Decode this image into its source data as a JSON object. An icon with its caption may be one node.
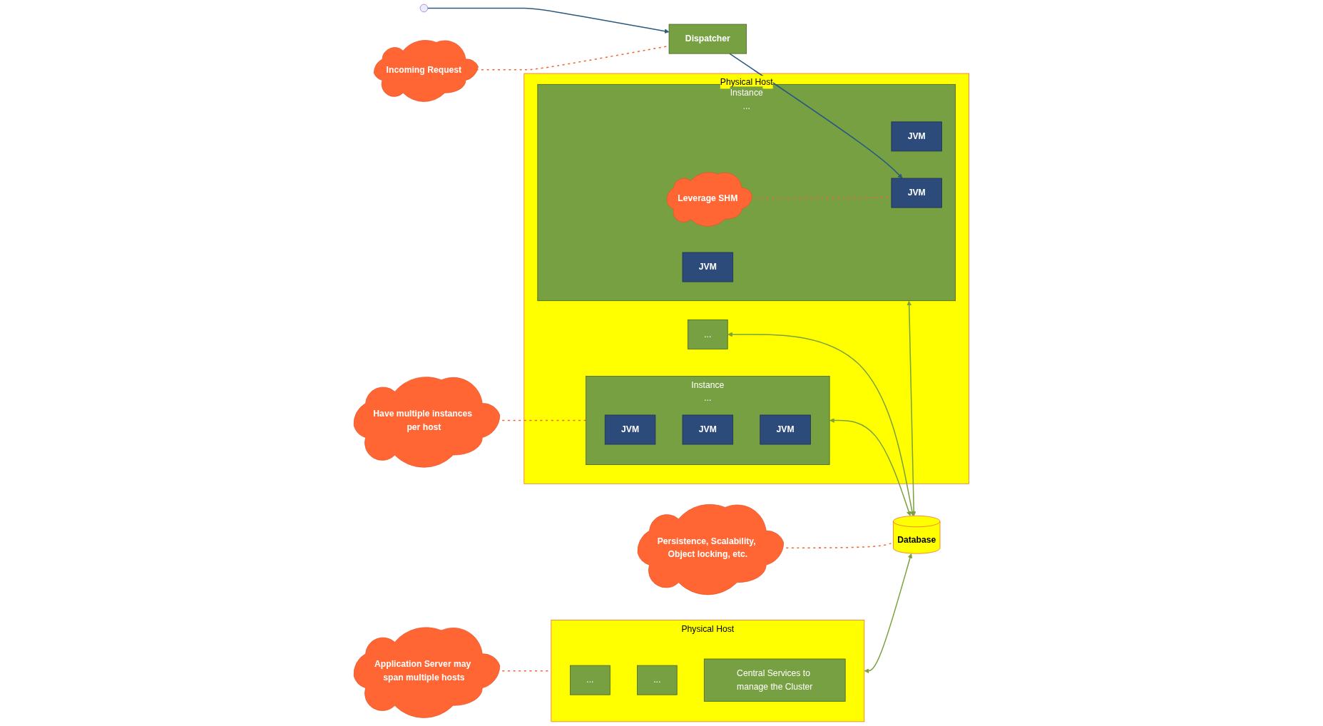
{
  "diagram": {
    "nodes": [
      {
        "text": [
          "Incoming Request"
        ]
      },
      {
        "text": [
          "Dispatcher"
        ]
      },
      {
        "text": [
          "Physical Host"
        ]
      },
      {
        "text": [
          "Instance",
          "..."
        ],
        "in": 2
      },
      {
        "text": [
          "JVM"
        ],
        "in": 3
      },
      {
        "text": [
          "JVM"
        ],
        "in": 3
      },
      {
        "text": [
          "JVM"
        ],
        "in": 3
      },
      {
        "text": [
          "Leverage SHM"
        ],
        "in": 3
      },
      {
        "text": [
          "Instance",
          "..."
        ],
        "in": 2
      },
      {
        "text": [
          "JVM"
        ],
        "in": 8
      },
      {
        "text": [
          "JVM"
        ],
        "in": 8
      },
      {
        "text": [
          "JVM"
        ],
        "in": 8
      },
      {
        "text": [
          "..."
        ],
        "in": 2
      },
      {
        "text": [
          "Physical Host"
        ]
      },
      {
        "text": [
          "..."
        ],
        "in": 13
      },
      {
        "text": [
          "..."
        ],
        "in": 13
      },
      {
        "text": [
          "Central Services to manage the Cluster"
        ],
        "in": 13
      },
      {
        "text": [
          "Database"
        ]
      },
      {
        "text": [
          "Have multiple instances per host"
        ]
      },
      {
        "text": [
          "Application Server may span multiple hosts"
        ]
      },
      {
        "text": [
          "Persistence, Scalability, Object locking, etc."
        ]
      }
    ],
    "edges": [
      {
        "from": null,
        "to": 1,
        "arrow": "to",
        "color": "#2c5a7e"
      },
      {
        "from": 1,
        "to": 6,
        "arrow": "to",
        "color": "#2c5a7e"
      },
      {
        "from": 3,
        "to": 17,
        "arrow": "both",
        "color": "#7aa23f"
      },
      {
        "from": 8,
        "to": 17,
        "arrow": "both",
        "color": "#7aa23f"
      },
      {
        "from": 12,
        "to": 17,
        "arrow": "both",
        "color": "#7aa23f"
      },
      {
        "from": 13,
        "to": 17,
        "arrow": "both",
        "color": "#7aa23f"
      },
      {
        "from": 0,
        "to": 1,
        "arrow": "none",
        "style": "dashed",
        "color": "#f26531"
      },
      {
        "from": 7,
        "to": 6,
        "arrow": "none",
        "style": "dashed",
        "color": "#f26531"
      },
      {
        "from": 18,
        "to": 8,
        "arrow": "none",
        "style": "dashed",
        "color": "#f26531"
      },
      {
        "from": 19,
        "to": 13,
        "arrow": "none",
        "style": "dashed",
        "color": "#f26531"
      },
      {
        "from": 20,
        "to": 17,
        "arrow": "none",
        "style": "dashed",
        "color": "#f26531"
      }
    ]
  }
}
